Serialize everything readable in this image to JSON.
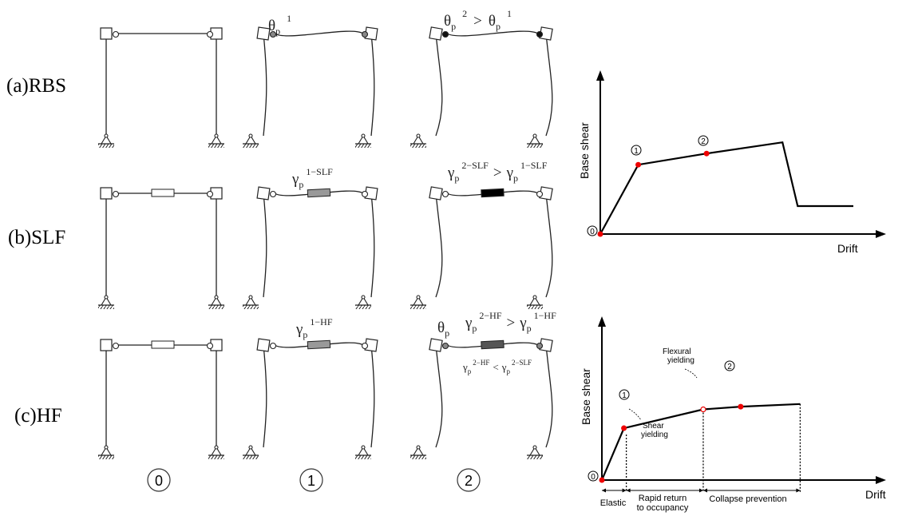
{
  "rows": [
    {
      "id": "rbs",
      "label": "(a)RBS"
    },
    {
      "id": "slf",
      "label": "(b)SLF"
    },
    {
      "id": "hf",
      "label": "(c)HF"
    }
  ],
  "column_labels": [
    "0",
    "1",
    "2"
  ],
  "annotations": {
    "rbs_stage1": {
      "base": "θ",
      "sub": "p",
      "sup": "1"
    },
    "rbs_stage2": {
      "base1": "θ",
      "sub1": "p",
      "sup1": "2",
      "relation": ">",
      "base2": "θ",
      "sub2": "p",
      "sup2": "1"
    },
    "slf_stage1": {
      "base": "γ",
      "sub": "p",
      "sup": "1−SLF"
    },
    "slf_stage2": {
      "base1": "γ",
      "sub1": "p",
      "sup1": "2−SLF",
      "relation": ">",
      "base2": "γ",
      "sub2": "p",
      "sup2": "1−SLF"
    },
    "hf_stage1": {
      "base": "γ",
      "sub": "p",
      "sup": "1−HF"
    },
    "hf_stage2_theta": {
      "base": "θ",
      "sub": "p"
    },
    "hf_stage2": {
      "base1": "γ",
      "sub1": "p",
      "sup1": "2−HF",
      "relation": ">",
      "base2": "γ",
      "sub2": "p",
      "sup2": "1−HF"
    },
    "hf_stage2_lower": {
      "base1": "γ",
      "sub1": "p",
      "sup1": "2−HF",
      "relation": "<",
      "base2": "γ",
      "sub2": "p",
      "sup2": "2−SLF"
    }
  },
  "curve_top": {
    "ylabel": "Base shear",
    "xlabel": "Drift",
    "points": [
      {
        "label": "0",
        "drift": 0,
        "shear": 0
      },
      {
        "label": "1",
        "drift": 0.15,
        "shear": 0.62
      },
      {
        "label": "2",
        "drift": 0.42,
        "shear": 0.72
      }
    ],
    "peak": {
      "drift": 0.72,
      "shear": 0.82
    },
    "residual": [
      {
        "drift": 0.78,
        "shear": 0.25
      },
      {
        "drift": 1.0,
        "shear": 0.25
      }
    ]
  },
  "curve_bottom": {
    "ylabel": "Base shear",
    "xlabel": "Drift",
    "points": [
      {
        "label": "0",
        "drift": 0,
        "shear": 0
      },
      {
        "label": "1",
        "drift": 0.1,
        "shear": 0.58
      },
      {
        "label": "2",
        "drift": 0.63,
        "shear": 0.82
      }
    ],
    "flexural_point": {
      "drift": 0.46,
      "shear": 0.79
    },
    "end": {
      "drift": 0.9,
      "shear": 0.85
    },
    "notes": {
      "shear_yielding": [
        "Shear",
        "yielding"
      ],
      "flexural_yielding": [
        "Flexural",
        "yielding"
      ]
    },
    "regions": {
      "elastic": "Elastic",
      "rapid": [
        "Rapid return",
        "to occupancy"
      ],
      "collapse": "Collapse prevention"
    }
  }
}
